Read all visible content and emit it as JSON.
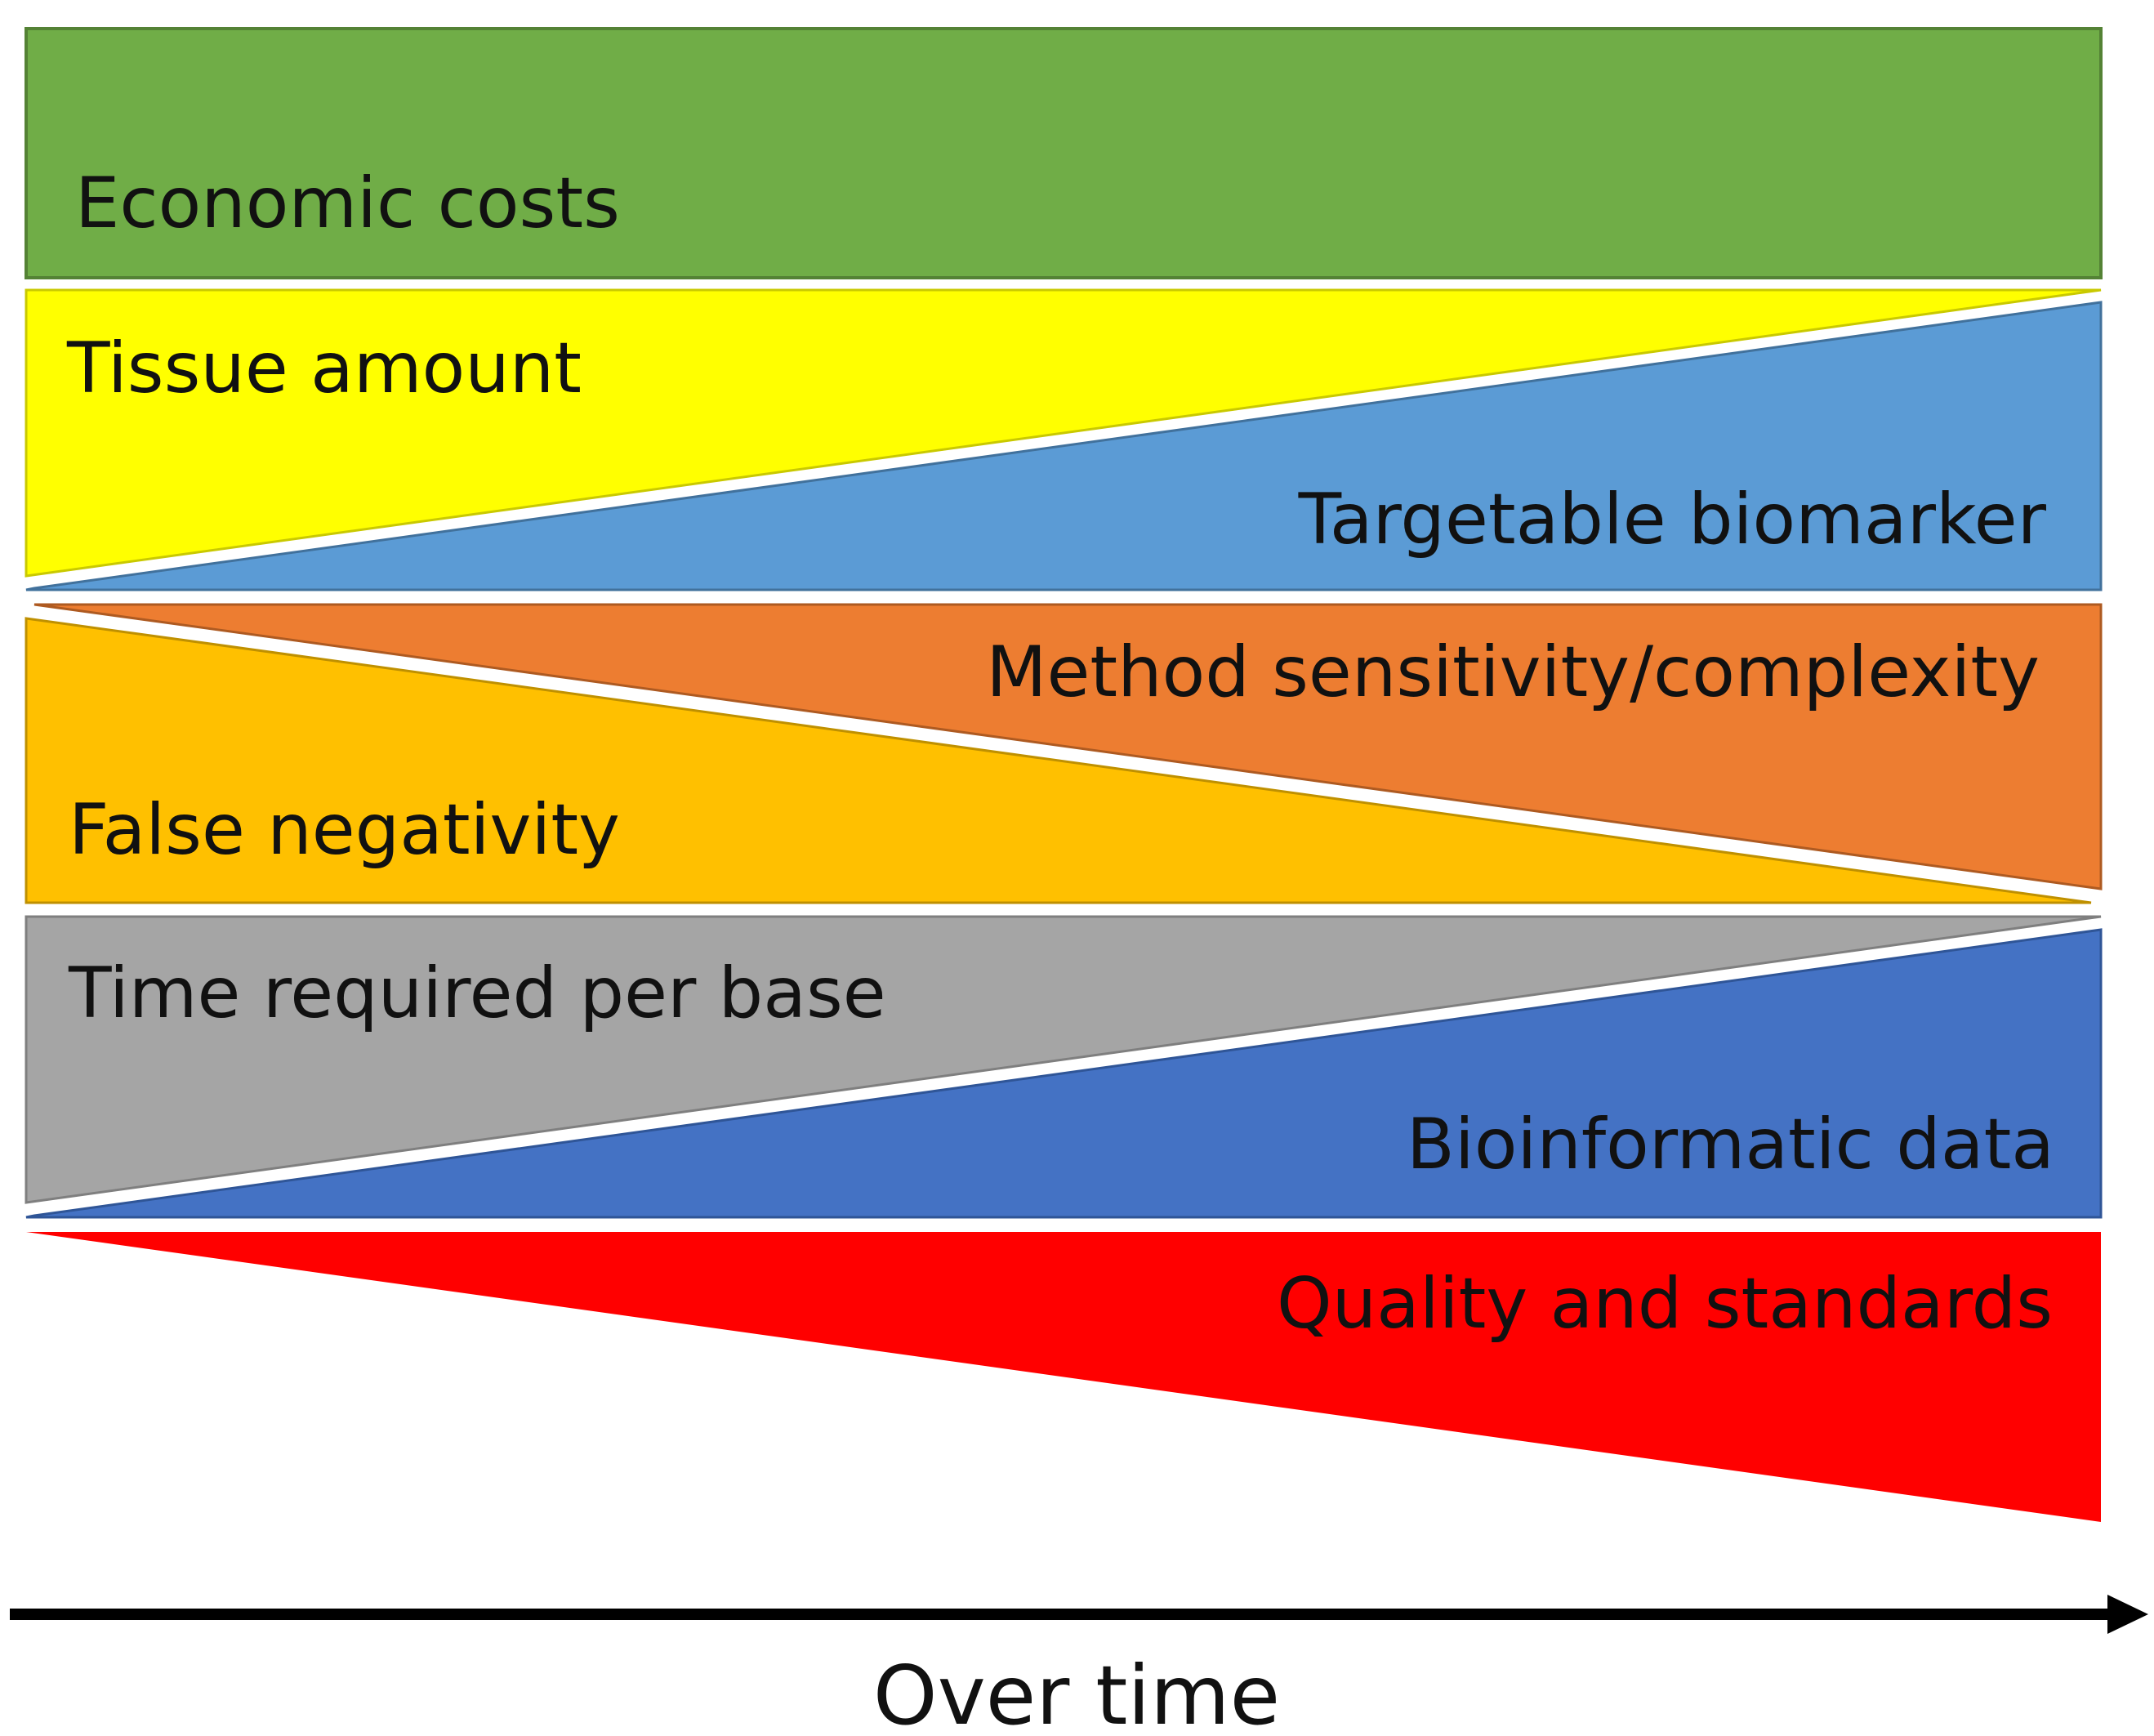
{
  "bands": {
    "economic_costs": {
      "label": "Economic costs",
      "color": "#70AD47"
    },
    "tissue_amount": {
      "label": "Tissue amount",
      "color": "#FFFF00"
    },
    "targetable_biomarker": {
      "label": "Targetable biomarker",
      "color": "#5B9BD5"
    },
    "method_sensitivity": {
      "label": "Method sensitivity/complexity",
      "color": "#ED7D31"
    },
    "false_negativity": {
      "label": "False negativity",
      "color": "#FFC000"
    },
    "time_per_base": {
      "label": "Time required per base",
      "color": "#A5A5A5"
    },
    "bioinformatic_data": {
      "label": "Bioinformatic data",
      "color": "#4472C4"
    },
    "quality_standards": {
      "label": "Quality and standards",
      "color": "#FF0000"
    }
  },
  "axis": {
    "label": "Over time",
    "arrow_color": "#000000"
  }
}
